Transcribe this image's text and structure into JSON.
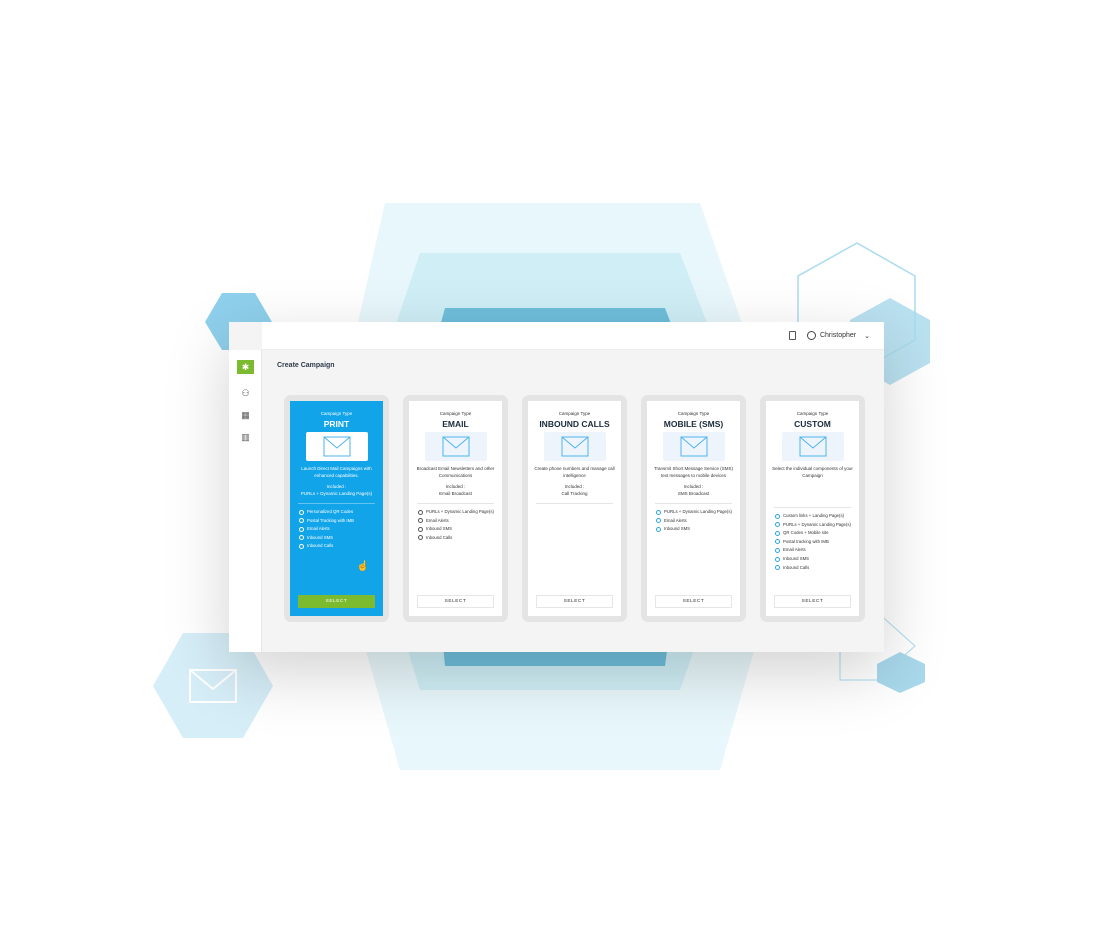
{
  "header": {
    "user_name": "Christopher"
  },
  "page_title": "Create Campaign",
  "cards": [
    {
      "type_label": "Campaign Type",
      "name": "PRINT",
      "description": "Launch Direct Mail Campaigns with enhanced capabilities.",
      "included_label": "Included :",
      "included": "PURLs + Dynamic Landing Page(s)",
      "features": [
        "Personalized QR Codes",
        "Postal Tracking with IMB",
        "Email Alerts",
        "Inbound SMS",
        "Inbound Calls"
      ],
      "button": "SELECT",
      "selected": true
    },
    {
      "type_label": "Campaign Type",
      "name": "EMAIL",
      "description": "Broadcast Email Newsletters and other Communications",
      "included_label": "Included :",
      "included": "Email Broadcast",
      "features": [
        "PURLs + Dynamic Landing Page(s)",
        "Email Alerts",
        "Inbound SMS",
        "Inbound Calls"
      ],
      "button": "SELECT"
    },
    {
      "type_label": "Campaign Type",
      "name": "INBOUND CALLS",
      "description": "Create phone numbers and manage call intelligence",
      "included_label": "Included :",
      "included": "Call Tracking",
      "features": [],
      "button": "SELECT"
    },
    {
      "type_label": "Campaign Type",
      "name": "MOBILE (SMS)",
      "description": "Transmit Short Message Service (SMS) text messages to mobile devices",
      "included_label": "Included :",
      "included": "SMS Broadcast",
      "features": [
        "PURLs + Dynamic Landing Page(s)",
        "Email Alerts",
        "Inbound SMS"
      ],
      "button": "SELECT"
    },
    {
      "type_label": "Campaign Type",
      "name": "CUSTOM",
      "description": "Select the individual components of your Campaign",
      "features": [
        "Custom links + Landing Page(s)",
        "PURLs + Dynamic Landing Page(s)",
        "QR Codes + Mobile site",
        "Postal tracking with IMB",
        "Email Alerts",
        "Inbound SMS",
        "Inbound Calls"
      ],
      "button": "SELECT"
    }
  ],
  "colors": {
    "accent": "#12a4e8",
    "green": "#7cba2f"
  }
}
